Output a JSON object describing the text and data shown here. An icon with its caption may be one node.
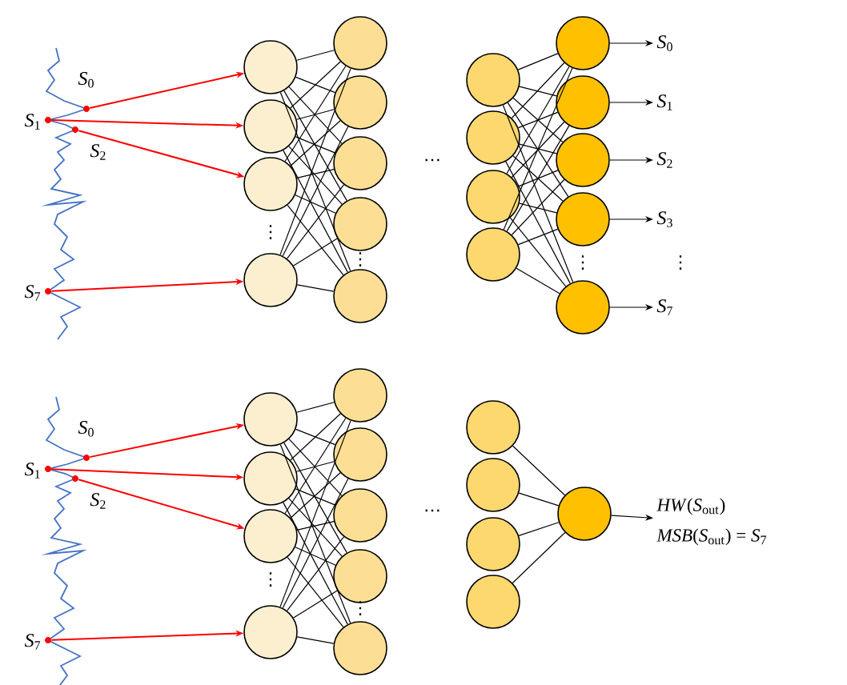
{
  "diagram": {
    "nodes": [
      {
        "text": [],
        "shape": "dot",
        "beside": [
          "*S*$_{0}$"
        ]
      },
      {
        "text": [],
        "shape": "dot",
        "beside": [
          "*S*$_{1}$"
        ]
      },
      {
        "text": [],
        "shape": "dot",
        "beside": [
          "*S*$_{2}$"
        ]
      },
      {
        "text": [],
        "shape": "dot",
        "beside": [
          "*S*$_{7}$"
        ]
      },
      {
        "text": [],
        "shape": "circle"
      },
      {
        "text": [],
        "shape": "circle"
      },
      {
        "text": [],
        "shape": "circle"
      },
      {
        "text": [],
        "shape": "circle"
      },
      {
        "text": [],
        "shape": "circle"
      },
      {
        "text": [],
        "shape": "circle"
      },
      {
        "text": [],
        "shape": "circle"
      },
      {
        "text": [],
        "shape": "circle"
      },
      {
        "text": [],
        "shape": "circle"
      },
      {
        "text": [],
        "shape": "circle"
      },
      {
        "text": [],
        "shape": "circle"
      },
      {
        "text": [],
        "shape": "circle"
      },
      {
        "text": [],
        "shape": "circle"
      },
      {
        "text": [],
        "shape": "circle"
      },
      {
        "text": [],
        "shape": "circle"
      },
      {
        "text": [],
        "shape": "circle"
      },
      {
        "text": [],
        "shape": "circle"
      },
      {
        "text": [],
        "shape": "circle"
      },
      {
        "text": [
          "*S*$_{0}$"
        ]
      },
      {
        "text": [
          "*S*$_{1}$"
        ]
      },
      {
        "text": [
          "*S*$_{2}$"
        ]
      },
      {
        "text": [
          "*S*$_{3}$"
        ]
      },
      {
        "text": [
          "*S*$_{7}$"
        ]
      },
      {
        "text": [],
        "shape": "dot",
        "beside": [
          "*S*$_{0}$"
        ]
      },
      {
        "text": [],
        "shape": "dot",
        "beside": [
          "*S*$_{1}$"
        ]
      },
      {
        "text": [],
        "shape": "dot",
        "beside": [
          "*S*$_{2}$"
        ]
      },
      {
        "text": [],
        "shape": "dot",
        "beside": [
          "*S*$_{7}$"
        ]
      },
      {
        "text": [],
        "shape": "circle"
      },
      {
        "text": [],
        "shape": "circle"
      },
      {
        "text": [],
        "shape": "circle"
      },
      {
        "text": [],
        "shape": "circle"
      },
      {
        "text": [],
        "shape": "circle"
      },
      {
        "text": [],
        "shape": "circle"
      },
      {
        "text": [],
        "shape": "circle"
      },
      {
        "text": [],
        "shape": "circle"
      },
      {
        "text": [],
        "shape": "circle"
      },
      {
        "text": [],
        "shape": "circle"
      },
      {
        "text": [],
        "shape": "circle"
      },
      {
        "text": [],
        "shape": "circle"
      },
      {
        "text": [],
        "shape": "circle"
      },
      {
        "text": [],
        "shape": "circle"
      },
      {
        "text": [
          "*HW*(*S*$_{out}$)",
          "*MSB*(*S*$_{out}$) = *S*$_{7}$"
        ]
      }
    ],
    "edges": [
      {
        "from": 0,
        "to": 4,
        "arrow": "to",
        "color": "#ff0000"
      },
      {
        "from": 1,
        "to": 5,
        "arrow": "to",
        "color": "#ff0000"
      },
      {
        "from": 2,
        "to": 6,
        "arrow": "to",
        "color": "#ff0000"
      },
      {
        "from": 3,
        "to": 7,
        "arrow": "to",
        "color": "#ff0000"
      },
      {
        "from": 4,
        "to": 8,
        "arrow": "none"
      },
      {
        "from": 4,
        "to": 9,
        "arrow": "none"
      },
      {
        "from": 4,
        "to": 10,
        "arrow": "none"
      },
      {
        "from": 4,
        "to": 11,
        "arrow": "none"
      },
      {
        "from": 4,
        "to": 12,
        "arrow": "none"
      },
      {
        "from": 5,
        "to": 8,
        "arrow": "none"
      },
      {
        "from": 5,
        "to": 9,
        "arrow": "none"
      },
      {
        "from": 5,
        "to": 10,
        "arrow": "none"
      },
      {
        "from": 5,
        "to": 11,
        "arrow": "none"
      },
      {
        "from": 5,
        "to": 12,
        "arrow": "none"
      },
      {
        "from": 6,
        "to": 8,
        "arrow": "none"
      },
      {
        "from": 6,
        "to": 9,
        "arrow": "none"
      },
      {
        "from": 6,
        "to": 10,
        "arrow": "none"
      },
      {
        "from": 6,
        "to": 11,
        "arrow": "none"
      },
      {
        "from": 6,
        "to": 12,
        "arrow": "none"
      },
      {
        "from": 7,
        "to": 8,
        "arrow": "none"
      },
      {
        "from": 7,
        "to": 9,
        "arrow": "none"
      },
      {
        "from": 7,
        "to": 10,
        "arrow": "none"
      },
      {
        "from": 7,
        "to": 11,
        "arrow": "none"
      },
      {
        "from": 7,
        "to": 12,
        "arrow": "none"
      },
      {
        "from": 13,
        "to": 17,
        "arrow": "none"
      },
      {
        "from": 13,
        "to": 18,
        "arrow": "none"
      },
      {
        "from": 13,
        "to": 19,
        "arrow": "none"
      },
      {
        "from": 13,
        "to": 20,
        "arrow": "none"
      },
      {
        "from": 13,
        "to": 21,
        "arrow": "none"
      },
      {
        "from": 14,
        "to": 17,
        "arrow": "none"
      },
      {
        "from": 14,
        "to": 18,
        "arrow": "none"
      },
      {
        "from": 14,
        "to": 19,
        "arrow": "none"
      },
      {
        "from": 14,
        "to": 20,
        "arrow": "none"
      },
      {
        "from": 14,
        "to": 21,
        "arrow": "none"
      },
      {
        "from": 15,
        "to": 17,
        "arrow": "none"
      },
      {
        "from": 15,
        "to": 18,
        "arrow": "none"
      },
      {
        "from": 15,
        "to": 19,
        "arrow": "none"
      },
      {
        "from": 15,
        "to": 20,
        "arrow": "none"
      },
      {
        "from": 15,
        "to": 21,
        "arrow": "none"
      },
      {
        "from": 16,
        "to": 17,
        "arrow": "none"
      },
      {
        "from": 16,
        "to": 18,
        "arrow": "none"
      },
      {
        "from": 16,
        "to": 19,
        "arrow": "none"
      },
      {
        "from": 16,
        "to": 20,
        "arrow": "none"
      },
      {
        "from": 16,
        "to": 21,
        "arrow": "none"
      },
      {
        "from": 17,
        "to": 22,
        "arrow": "to"
      },
      {
        "from": 18,
        "to": 23,
        "arrow": "to"
      },
      {
        "from": 19,
        "to": 24,
        "arrow": "to"
      },
      {
        "from": 20,
        "to": 25,
        "arrow": "to"
      },
      {
        "from": 21,
        "to": 26,
        "arrow": "to"
      },
      {
        "from": 27,
        "to": 31,
        "arrow": "to",
        "color": "#ff0000"
      },
      {
        "from": 28,
        "to": 32,
        "arrow": "to",
        "color": "#ff0000"
      },
      {
        "from": 29,
        "to": 33,
        "arrow": "to",
        "color": "#ff0000"
      },
      {
        "from": 30,
        "to": 34,
        "arrow": "to",
        "color": "#ff0000"
      },
      {
        "from": 31,
        "to": 35,
        "arrow": "none"
      },
      {
        "from": 31,
        "to": 36,
        "arrow": "none"
      },
      {
        "from": 31,
        "to": 37,
        "arrow": "none"
      },
      {
        "from": 31,
        "to": 38,
        "arrow": "none"
      },
      {
        "from": 31,
        "to": 39,
        "arrow": "none"
      },
      {
        "from": 32,
        "to": 35,
        "arrow": "none"
      },
      {
        "from": 32,
        "to": 36,
        "arrow": "none"
      },
      {
        "from": 32,
        "to": 37,
        "arrow": "none"
      },
      {
        "from": 32,
        "to": 38,
        "arrow": "none"
      },
      {
        "from": 32,
        "to": 39,
        "arrow": "none"
      },
      {
        "from": 33,
        "to": 35,
        "arrow": "none"
      },
      {
        "from": 33,
        "to": 36,
        "arrow": "none"
      },
      {
        "from": 33,
        "to": 37,
        "arrow": "none"
      },
      {
        "from": 33,
        "to": 38,
        "arrow": "none"
      },
      {
        "from": 33,
        "to": 39,
        "arrow": "none"
      },
      {
        "from": 34,
        "to": 35,
        "arrow": "none"
      },
      {
        "from": 34,
        "to": 36,
        "arrow": "none"
      },
      {
        "from": 34,
        "to": 37,
        "arrow": "none"
      },
      {
        "from": 34,
        "to": 38,
        "arrow": "none"
      },
      {
        "from": 34,
        "to": 39,
        "arrow": "none"
      },
      {
        "from": 40,
        "to": 44,
        "arrow": "none"
      },
      {
        "from": 41,
        "to": 44,
        "arrow": "none"
      },
      {
        "from": 42,
        "to": 44,
        "arrow": "none"
      },
      {
        "from": 43,
        "to": 44,
        "arrow": "none"
      },
      {
        "from": 44,
        "to": 45,
        "arrow": "to"
      }
    ],
    "labels": [
      "⋮",
      "⋮",
      "…",
      "⋮",
      "⋮",
      "⋮",
      "⋮",
      "…"
    ]
  }
}
